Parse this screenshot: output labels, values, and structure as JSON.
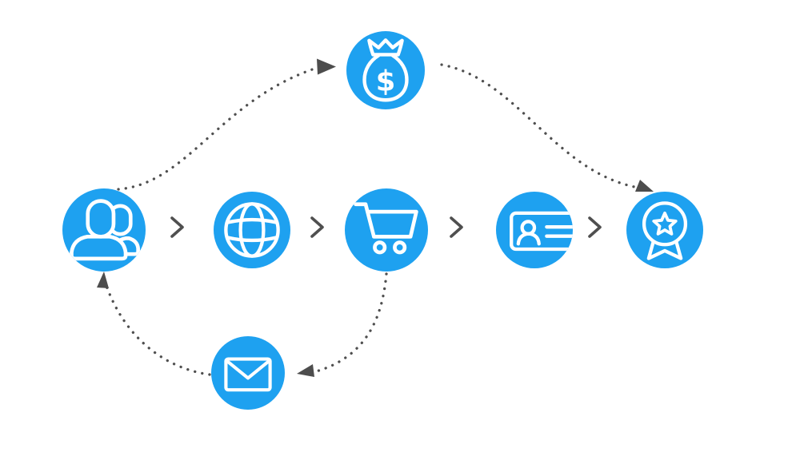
{
  "page": {
    "background": "#ffffff"
  },
  "theme": {
    "node_fill": "#1ea1f0",
    "icon_stroke": "#ffffff",
    "connector_color": "#4f4f4f",
    "arrowhead_color": "#4d4d4d"
  },
  "diagram": {
    "type": "flow",
    "nodes": [
      {
        "id": "customers",
        "icon": "users-icon"
      },
      {
        "id": "website",
        "icon": "globe-icon"
      },
      {
        "id": "shopping-cart",
        "icon": "shopping-cart-icon"
      },
      {
        "id": "id-card",
        "icon": "id-card-icon"
      },
      {
        "id": "reward",
        "icon": "medal-star-icon"
      },
      {
        "id": "money",
        "icon": "money-bag-icon",
        "symbol": "$"
      },
      {
        "id": "email",
        "icon": "envelope-icon"
      }
    ],
    "main_flow": {
      "sequence": [
        "customers",
        "website",
        "shopping-cart",
        "id-card",
        "reward"
      ],
      "separator_icon": "chevron-right-icon",
      "separator_count": 4
    },
    "dotted_arrows": [
      {
        "from": "customers",
        "to": "money",
        "style": "dotted-curve"
      },
      {
        "from": "money",
        "to": "reward",
        "style": "dotted-curve"
      },
      {
        "from": "shopping-cart",
        "to": "email",
        "style": "dotted-curve"
      },
      {
        "from": "email",
        "to": "customers",
        "style": "dotted-curve"
      }
    ]
  }
}
